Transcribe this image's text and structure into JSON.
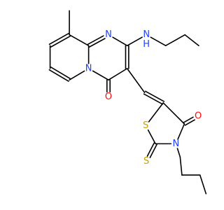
{
  "molecule": {
    "atoms": [
      {
        "id": "c_me",
        "label": ""
      },
      {
        "id": "c9",
        "label": ""
      },
      {
        "id": "c8",
        "label": ""
      },
      {
        "id": "c7",
        "label": ""
      },
      {
        "id": "c6",
        "label": ""
      },
      {
        "id": "n5",
        "label": "N",
        "color": "#1f3fff"
      },
      {
        "id": "c9a",
        "label": ""
      },
      {
        "id": "n1",
        "label": "N",
        "color": "#1f3fff"
      },
      {
        "id": "c2",
        "label": ""
      },
      {
        "id": "c3",
        "label": ""
      },
      {
        "id": "c4",
        "label": ""
      },
      {
        "id": "o4",
        "label": "O",
        "color": "#ff0d0d"
      },
      {
        "id": "nh",
        "label": "N",
        "sub": "H",
        "color": "#1f3fff"
      },
      {
        "id": "pr1",
        "label": ""
      },
      {
        "id": "pr2",
        "label": ""
      },
      {
        "id": "pr3",
        "label": ""
      },
      {
        "id": "cv",
        "label": ""
      },
      {
        "id": "t5",
        "label": ""
      },
      {
        "id": "s1",
        "label": "S",
        "color": "#c8a000"
      },
      {
        "id": "t2",
        "label": ""
      },
      {
        "id": "s_exo",
        "label": "S",
        "color": "#c8a000"
      },
      {
        "id": "n3",
        "label": "N",
        "color": "#1f3fff"
      },
      {
        "id": "t4",
        "label": ""
      },
      {
        "id": "o_t",
        "label": "O",
        "color": "#ff0d0d"
      },
      {
        "id": "bu1",
        "label": ""
      },
      {
        "id": "bu2",
        "label": ""
      },
      {
        "id": "bu3",
        "label": ""
      },
      {
        "id": "bu4",
        "label": ""
      }
    ],
    "bonds": [
      [
        "c_me",
        "c9",
        1
      ],
      [
        "c9",
        "c8",
        2
      ],
      [
        "c8",
        "c7",
        1
      ],
      [
        "c7",
        "c6",
        2
      ],
      [
        "c6",
        "n5",
        1
      ],
      [
        "n5",
        "c9a",
        1
      ],
      [
        "c9a",
        "c9",
        1
      ],
      [
        "c9a",
        "n1",
        2
      ],
      [
        "n1",
        "c2",
        1
      ],
      [
        "c2",
        "c3",
        2
      ],
      [
        "c3",
        "c4",
        1
      ],
      [
        "c4",
        "n5",
        1
      ],
      [
        "c4",
        "o4",
        2
      ],
      [
        "c2",
        "nh",
        1
      ],
      [
        "nh",
        "pr1",
        1
      ],
      [
        "pr1",
        "pr2",
        1
      ],
      [
        "pr2",
        "pr3",
        1
      ],
      [
        "c3",
        "cv",
        1
      ],
      [
        "cv",
        "t5",
        2
      ],
      [
        "t5",
        "s1",
        1
      ],
      [
        "s1",
        "t2",
        1
      ],
      [
        "t2",
        "s_exo",
        2
      ],
      [
        "t2",
        "n3",
        1
      ],
      [
        "n3",
        "t4",
        1
      ],
      [
        "t4",
        "t5",
        1
      ],
      [
        "t4",
        "o_t",
        2
      ],
      [
        "n3",
        "bu1",
        1
      ],
      [
        "bu1",
        "bu2",
        1
      ],
      [
        "bu2",
        "bu3",
        1
      ],
      [
        "bu3",
        "bu4",
        1
      ]
    ]
  }
}
